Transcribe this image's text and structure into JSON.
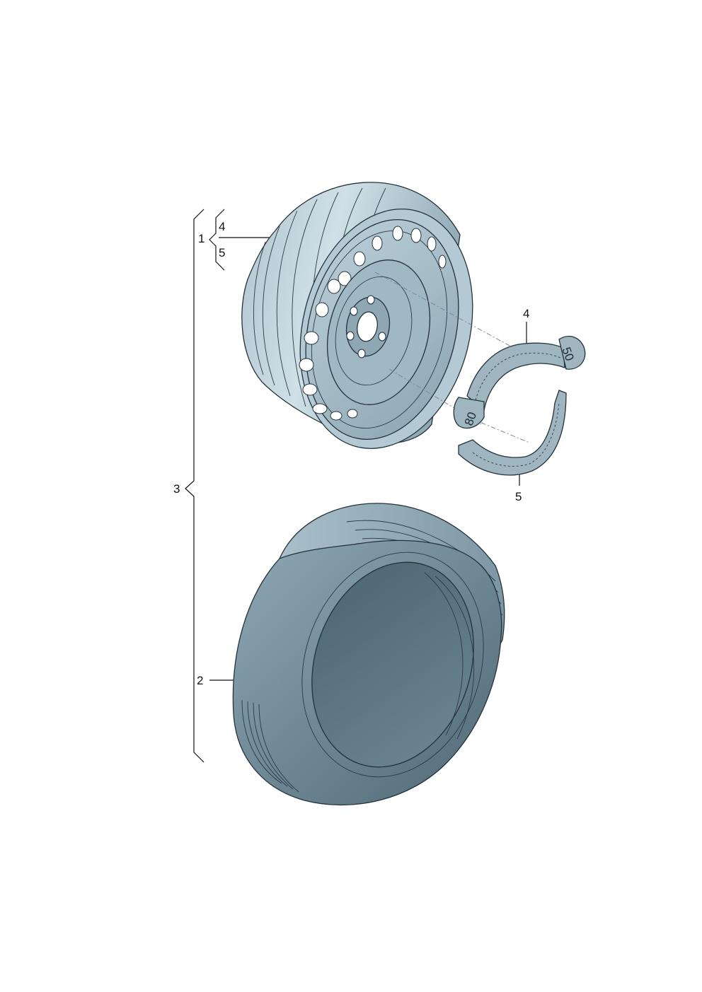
{
  "callouts": {
    "wheel_assembly": "1",
    "tyre": "2",
    "complete_wheel": "3",
    "sticker_upper": "4",
    "sticker_lower": "5"
  },
  "sticker": {
    "speed_left": "80",
    "speed_right": "50"
  },
  "colors": {
    "rim_light": "#c9dbe3",
    "rim_mid": "#98b1bd",
    "rim_dark": "#6f8894",
    "tyre_light": "#9ab3bf",
    "tyre_mid": "#6f8a97",
    "tyre_dark": "#4e6773",
    "sticker": "#9fb6c1"
  }
}
